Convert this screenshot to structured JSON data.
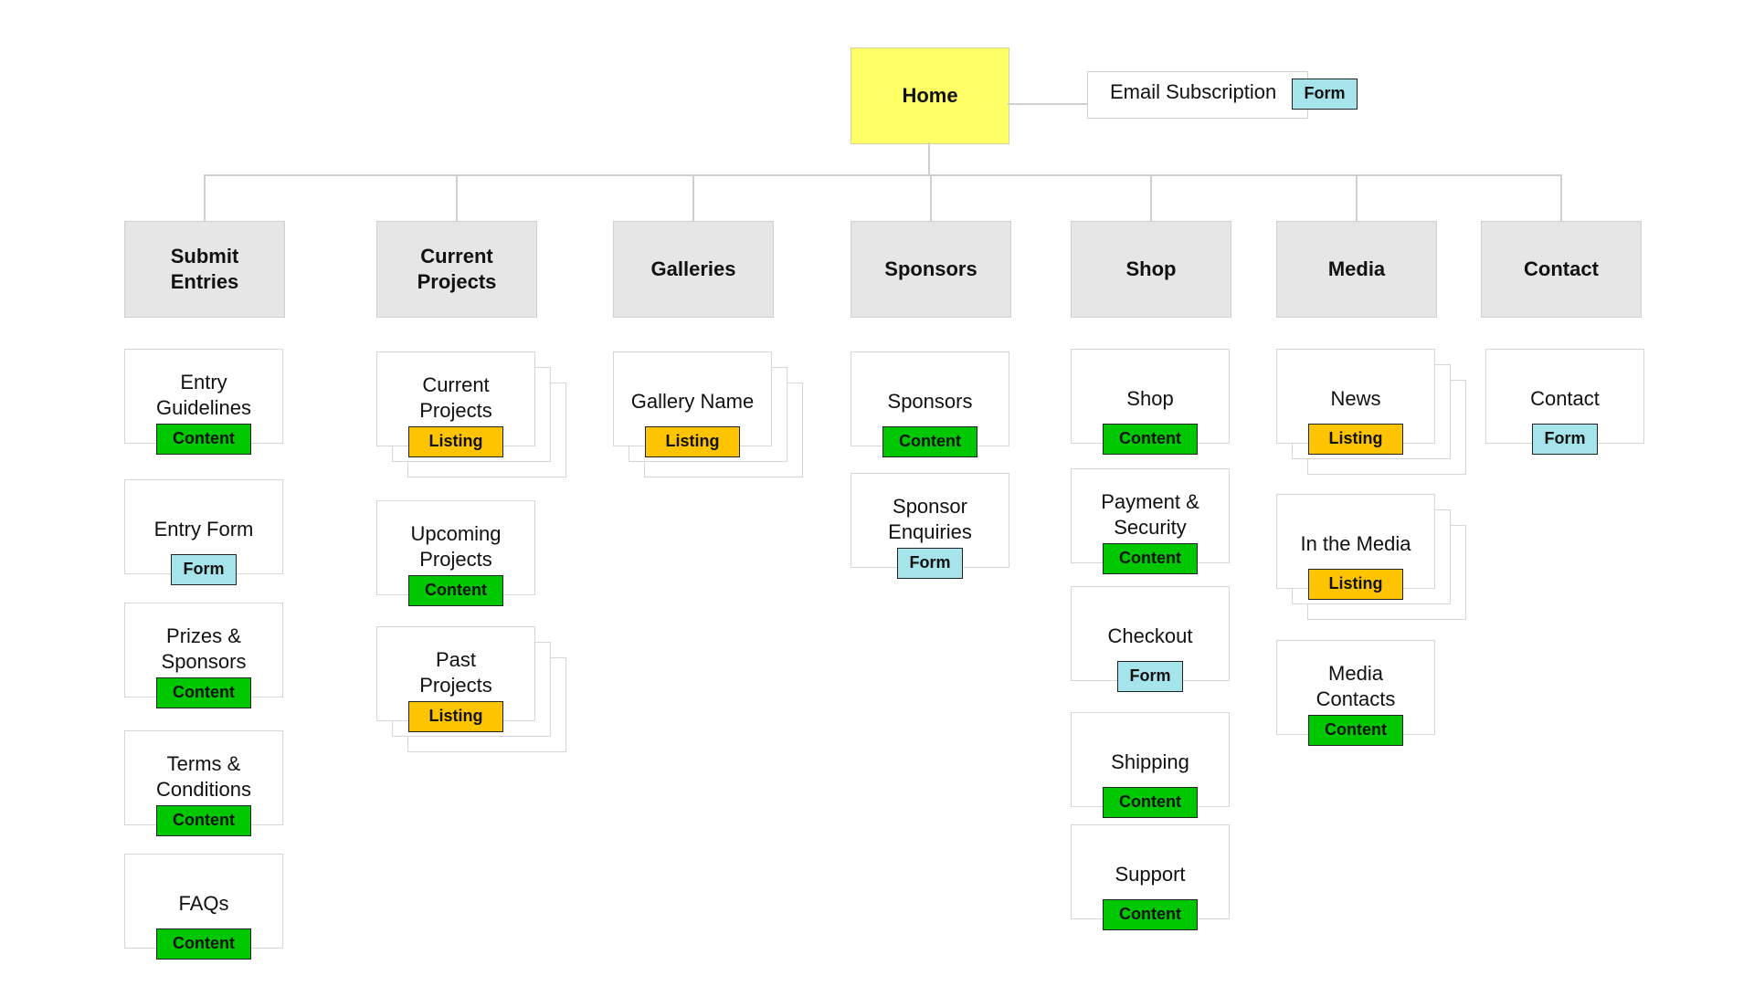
{
  "home": {
    "label": "Home"
  },
  "email_subscription": {
    "label": "Email Subscription",
    "badge": "Form"
  },
  "sections": [
    {
      "label": "Submit Entries",
      "lines": [
        "Submit",
        "Entries"
      ]
    },
    {
      "label": "Current Projects",
      "lines": [
        "Current",
        "Projects"
      ]
    },
    {
      "label": "Galleries",
      "lines": [
        "Galleries"
      ]
    },
    {
      "label": "Sponsors",
      "lines": [
        "Sponsors"
      ]
    },
    {
      "label": "Shop",
      "lines": [
        "Shop"
      ]
    },
    {
      "label": "Media",
      "lines": [
        "Media"
      ]
    },
    {
      "label": "Contact",
      "lines": [
        "Contact"
      ]
    }
  ],
  "pages": [
    {
      "section": "Submit Entries",
      "lines": [
        "Entry",
        "Guidelines"
      ],
      "type": "Content"
    },
    {
      "section": "Submit Entries",
      "lines": [
        "Entry Form"
      ],
      "type": "Form"
    },
    {
      "section": "Submit Entries",
      "lines": [
        "Prizes &",
        "Sponsors"
      ],
      "type": "Content"
    },
    {
      "section": "Submit Entries",
      "lines": [
        "Terms &",
        "Conditions"
      ],
      "type": "Content"
    },
    {
      "section": "Submit Entries",
      "lines": [
        "FAQs"
      ],
      "type": "Content"
    },
    {
      "section": "Current Projects",
      "lines": [
        "Current",
        "Projects"
      ],
      "type": "Listing"
    },
    {
      "section": "Current Projects",
      "lines": [
        "Upcoming",
        "Projects"
      ],
      "type": "Content"
    },
    {
      "section": "Current Projects",
      "lines": [
        "Past",
        "Projects"
      ],
      "type": "Listing"
    },
    {
      "section": "Galleries",
      "lines": [
        "Gallery Name"
      ],
      "type": "Listing"
    },
    {
      "section": "Sponsors",
      "lines": [
        "Sponsors"
      ],
      "type": "Content"
    },
    {
      "section": "Sponsors",
      "lines": [
        "Sponsor",
        "Enquiries"
      ],
      "type": "Form"
    },
    {
      "section": "Shop",
      "lines": [
        "Shop"
      ],
      "type": "Content"
    },
    {
      "section": "Shop",
      "lines": [
        "Payment &",
        "Security"
      ],
      "type": "Content"
    },
    {
      "section": "Shop",
      "lines": [
        "Checkout"
      ],
      "type": "Form"
    },
    {
      "section": "Shop",
      "lines": [
        "Shipping"
      ],
      "type": "Content"
    },
    {
      "section": "Shop",
      "lines": [
        "Support"
      ],
      "type": "Content"
    },
    {
      "section": "Media",
      "lines": [
        "News"
      ],
      "type": "Listing"
    },
    {
      "section": "Media",
      "lines": [
        "In the Media"
      ],
      "type": "Listing"
    },
    {
      "section": "Media",
      "lines": [
        "Media",
        "Contacts"
      ],
      "type": "Content"
    },
    {
      "section": "Contact",
      "lines": [
        "Contact"
      ],
      "type": "Form"
    }
  ],
  "colors": {
    "home": "#ffff66",
    "content": "#00c800",
    "listing": "#ffc400",
    "form": "#a6e4ec",
    "section": "#e6e6e6"
  }
}
